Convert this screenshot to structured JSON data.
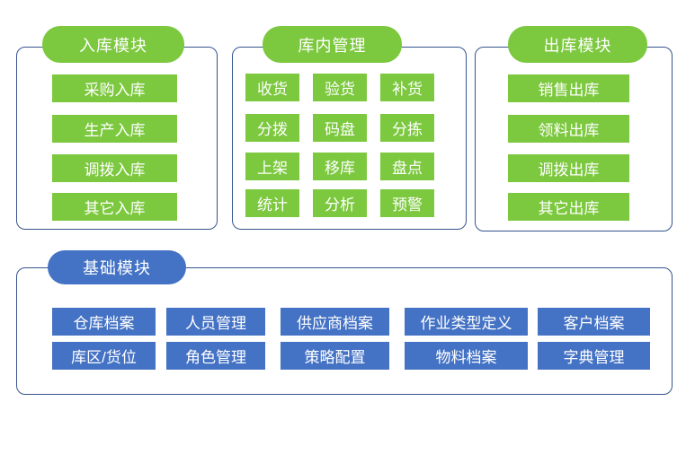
{
  "colors": {
    "module_green": "#7cc83e",
    "base_blue": "#4472c4",
    "card_border": "#35548f",
    "label_text": "#ffffff"
  },
  "modules": {
    "inbound": {
      "title": "入库模块",
      "items": [
        "采购入库",
        "生产入库",
        "调拨入库",
        "其它入库"
      ]
    },
    "in_warehouse": {
      "title": "库内管理",
      "items": [
        "收货",
        "验货",
        "补货",
        "分拨",
        "码盘",
        "分拣",
        "上架",
        "移库",
        "盘点",
        "统计",
        "分析",
        "预警"
      ]
    },
    "outbound": {
      "title": "出库模块",
      "items": [
        "销售出库",
        "领料出库",
        "调拨出库",
        "其它出库"
      ]
    },
    "base": {
      "title": "基础模块",
      "row1": [
        "仓库档案",
        "人员管理",
        "供应商档案",
        "作业类型定义",
        "客户档案"
      ],
      "row2": [
        "库区/货位",
        "角色管理",
        "策略配置",
        "物料档案",
        "字典管理"
      ]
    }
  }
}
